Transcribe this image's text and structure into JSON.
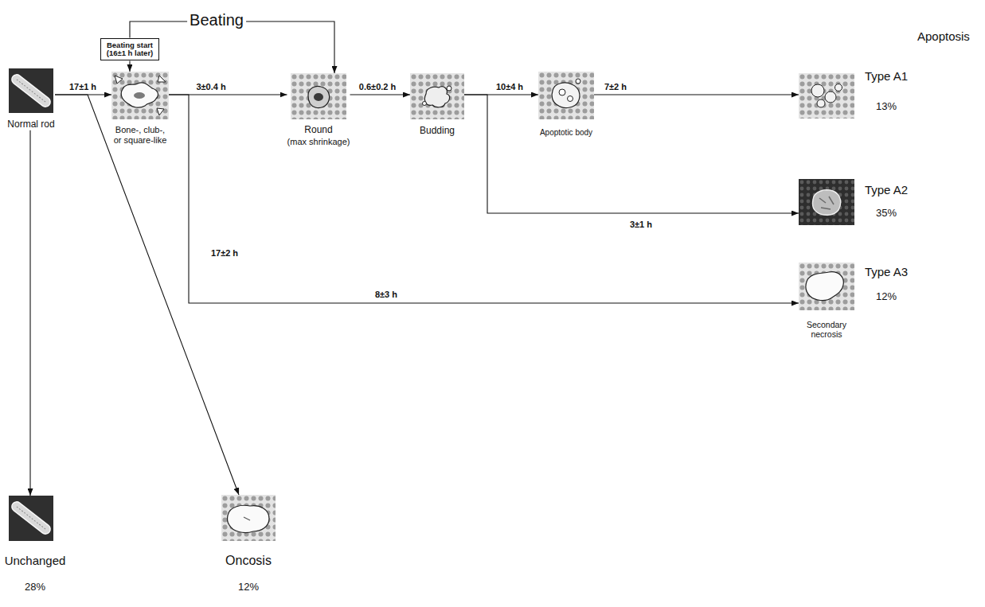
{
  "diagram": {
    "nodes": [
      {
        "text": [
          "Beating start",
          "(16±1 h later)"
        ]
      },
      {
        "text": [
          "Normal rod"
        ]
      },
      {
        "text": [
          "Bone-, club-, or square-like"
        ]
      },
      {
        "text": [
          "Round",
          "(max shrinkage)"
        ]
      },
      {
        "text": [
          "Budding"
        ]
      },
      {
        "text": [
          "Apoptotic body"
        ]
      },
      {
        "text": [
          "Type A1",
          "13%"
        ]
      },
      {
        "text": [
          "Type A2",
          "35%"
        ]
      },
      {
        "text": [
          "Type A3",
          "12%",
          "Secondary necrosis"
        ]
      },
      {
        "text": [
          "Unchanged",
          "28%"
        ]
      },
      {
        "text": [
          "Oncosis",
          "12%"
        ]
      }
    ],
    "edges": [
      {
        "from": 0,
        "to": 2,
        "arrow": "to"
      },
      {
        "from": 0,
        "to": 3,
        "label": "Beating",
        "arrow": "to"
      },
      {
        "from": 1,
        "to": 2,
        "label": "17±1 h",
        "arrow": "to"
      },
      {
        "from": 2,
        "to": 3,
        "label": "3±0.4 h",
        "arrow": "to"
      },
      {
        "from": 3,
        "to": 4,
        "label": "0.6±0.2 h",
        "arrow": "to"
      },
      {
        "from": 4,
        "to": 5,
        "label": "10±4 h",
        "arrow": "to"
      },
      {
        "from": 5,
        "to": 6,
        "label": "7±2 h",
        "arrow": "to"
      },
      {
        "from": 4,
        "to": 7,
        "label": "3±1 h",
        "arrow": "to"
      },
      {
        "from": 2,
        "to": 8,
        "label": "8±3 h",
        "arrow": "to"
      },
      {
        "from": 1,
        "to": 9,
        "arrow": "to"
      },
      {
        "from": 1,
        "to": 10,
        "label": "17±2 h",
        "arrow": "to"
      }
    ],
    "labels": [
      "Apoptosis"
    ]
  }
}
